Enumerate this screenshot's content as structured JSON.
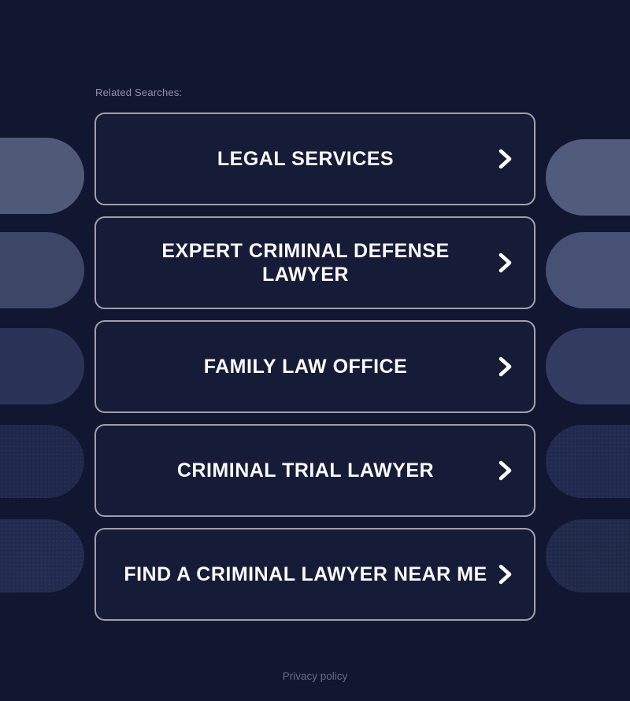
{
  "header": {
    "related_searches_label": "Related Searches:"
  },
  "buttons": [
    {
      "label": "LEGAL SERVICES",
      "icon": "chevron-right-icon"
    },
    {
      "label": "EXPERT CRIMINAL DEFENSE LAWYER",
      "icon": "chevron-right-icon"
    },
    {
      "label": "FAMILY LAW OFFICE",
      "icon": "chevron-right-icon"
    },
    {
      "label": "CRIMINAL TRIAL LAWYER",
      "icon": "chevron-right-icon"
    },
    {
      "label": "FIND A CRIMINAL LAWYER NEAR ME",
      "icon": "chevron-right-icon"
    }
  ],
  "footer": {
    "privacy_policy_label": "Privacy policy"
  },
  "colors": {
    "page_background": "#121731",
    "button_background": "#161c38",
    "button_border": "#9da1a8",
    "button_text": "#fafafa",
    "chevron": "#ffffff",
    "related_label_text": "#8d93a5",
    "privacy_text": "#636b85",
    "pill_light": "#4f5978",
    "pill_medium": "#3c4667",
    "pill_dark": "#2b3457"
  }
}
